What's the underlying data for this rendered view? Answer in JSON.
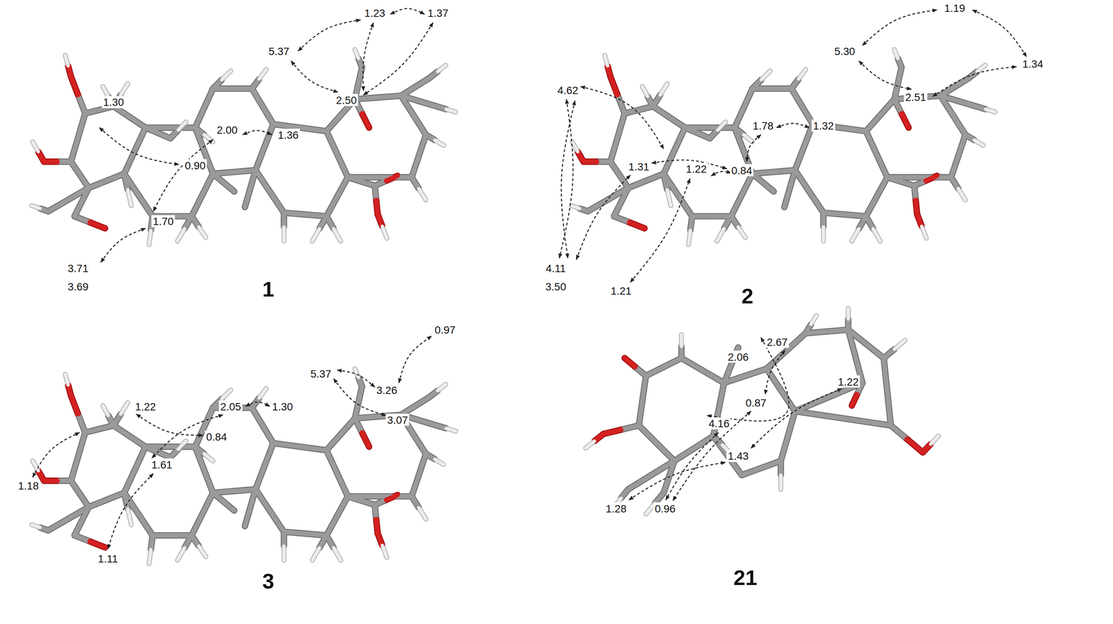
{
  "diagram": {
    "labels": [
      "5.37",
      "1.23",
      "1.37",
      "2.50",
      "1.30",
      "2.00",
      "1.36",
      "0.90",
      "1.70",
      "3.71",
      "3.69",
      "1",
      "1.19",
      "5.30",
      "1.34",
      "2.51",
      "4.62",
      "1.78",
      "1.32",
      "1.31",
      "1.22",
      "0.84",
      "4.11",
      "3.50",
      "1.21",
      "2",
      "0.97",
      "5.37",
      "3.26",
      "3.07",
      "2.05",
      "1.30",
      "1.22",
      "0.84",
      "1.18",
      "1.61",
      "1.11",
      "3",
      "2.67",
      "2.06",
      "1.22",
      "0.87",
      "4.16",
      "1.43",
      "1.28",
      "0.96",
      "21"
    ]
  }
}
